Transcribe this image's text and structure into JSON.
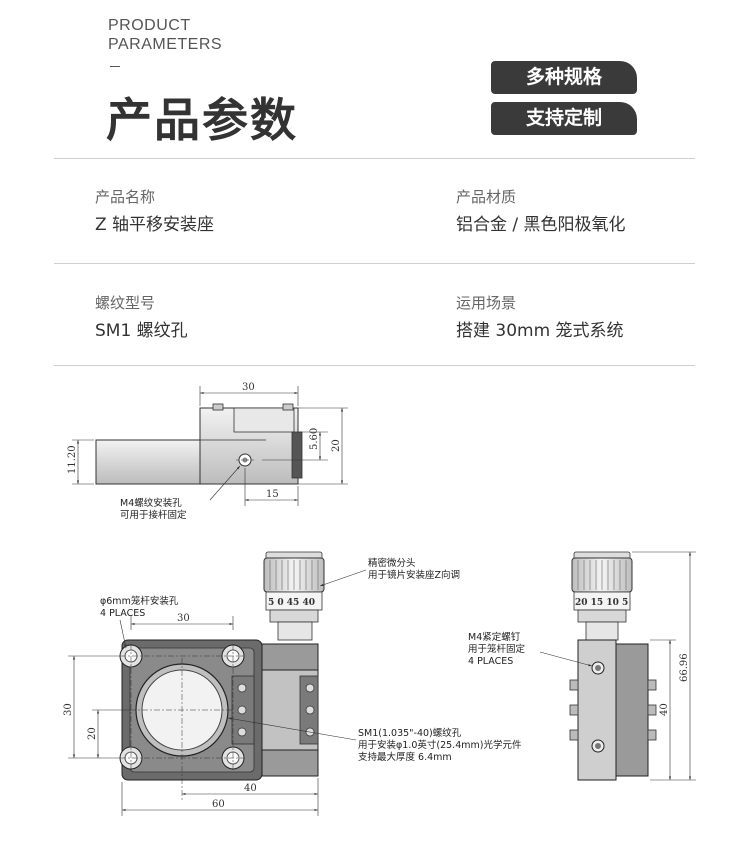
{
  "header": {
    "title_en_line1": "PRODUCT",
    "title_en_line2": "PARAMETERS",
    "title_cn": "产品参数",
    "badges": [
      "多种规格",
      "支持定制"
    ]
  },
  "params": [
    {
      "label": "产品名称",
      "value": "Z 轴平移安装座"
    },
    {
      "label": "产品材质",
      "value": "铝合金 / 黑色阳极氧化"
    },
    {
      "label": "螺纹型号",
      "value": "SM1 螺纹孔"
    },
    {
      "label": "运用场景",
      "value": "搭建 30mm 笼式系统"
    }
  ],
  "drawing_top": {
    "dims": [
      "30",
      "5.60",
      "20",
      "11.20",
      "15"
    ],
    "note_line1": "M4螺纹安装孔",
    "note_line2": "可用于接杆固定"
  },
  "drawing_front": {
    "dims": [
      "30",
      "30",
      "20",
      "40",
      "60"
    ],
    "note_rod_line1": "φ6mm笼杆安装孔",
    "note_rod_line2": "4 PLACES",
    "note_micro_line1": "精密微分头",
    "note_micro_line2": "用于镜片安装座Z向调",
    "micrometer_scale": "5 0 45 40",
    "note_sm1_line1": "SM1(1.035\"-40)螺纹孔",
    "note_sm1_line2": "用于安装φ1.0英寸(25.4mm)光学元件",
    "note_sm1_line3": "支持最大厚度 6.4mm"
  },
  "drawing_side": {
    "dims": [
      "66.96",
      "40"
    ],
    "micrometer_scale": "20 15 10 5",
    "note_line1": "M4紧定螺钉",
    "note_line2": "用于笼杆固定",
    "note_line3": "4 PLACES"
  },
  "colors": {
    "badge_bg": "#3a3a3a",
    "divider": "#cfcfcf",
    "title": "#333333"
  }
}
